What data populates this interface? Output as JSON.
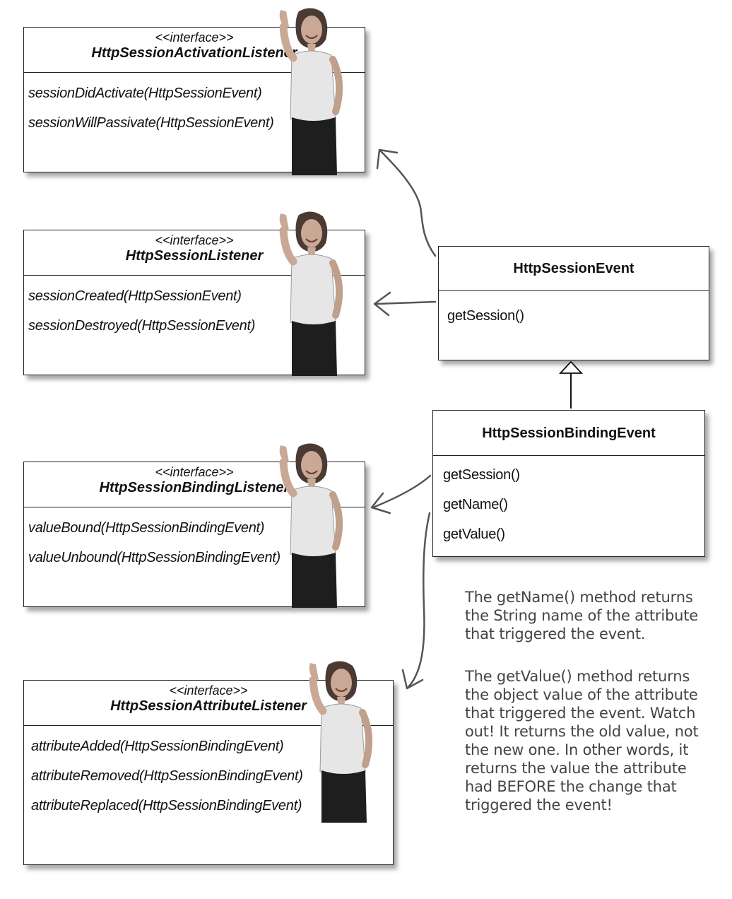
{
  "interfaces": [
    {
      "stereotype": "<<interface>>",
      "name": "HttpSessionActivationListener",
      "methods": [
        "sessionDidActivate(HttpSessionEvent)",
        "sessionWillPassivate(HttpSessionEvent)"
      ]
    },
    {
      "stereotype": "<<interface>>",
      "name": "HttpSessionListener",
      "methods": [
        "sessionCreated(HttpSessionEvent)",
        "sessionDestroyed(HttpSessionEvent)"
      ]
    },
    {
      "stereotype": "<<interface>>",
      "name": "HttpSessionBindingListener",
      "methods": [
        "valueBound(HttpSessionBindingEvent)",
        "valueUnbound(HttpSessionBindingEvent)"
      ]
    },
    {
      "stereotype": "<<interface>>",
      "name": "HttpSessionAttributeListener",
      "methods": [
        "attributeAdded(HttpSessionBindingEvent)",
        "attributeRemoved(HttpSessionBindingEvent)",
        "attributeReplaced(HttpSessionBindingEvent)"
      ]
    }
  ],
  "session_event": {
    "name": "HttpSessionEvent",
    "methods": [
      "getSession()"
    ]
  },
  "binding_event": {
    "name": "HttpSessionBindingEvent",
    "methods": [
      "getSession()",
      "getName()",
      "getValue()"
    ]
  },
  "notes": {
    "getname": [
      "The getName() method returns",
      "the String name of the attribute",
      "that triggered the event."
    ],
    "getvalue": [
      "The getValue() method returns",
      "the object value of the attribute",
      "that triggered the event. Watch",
      "out! It returns the old value, not",
      "the new one. In other words, it",
      "returns the value the attribute",
      "had BEFORE the change that",
      "triggered the event!"
    ]
  }
}
